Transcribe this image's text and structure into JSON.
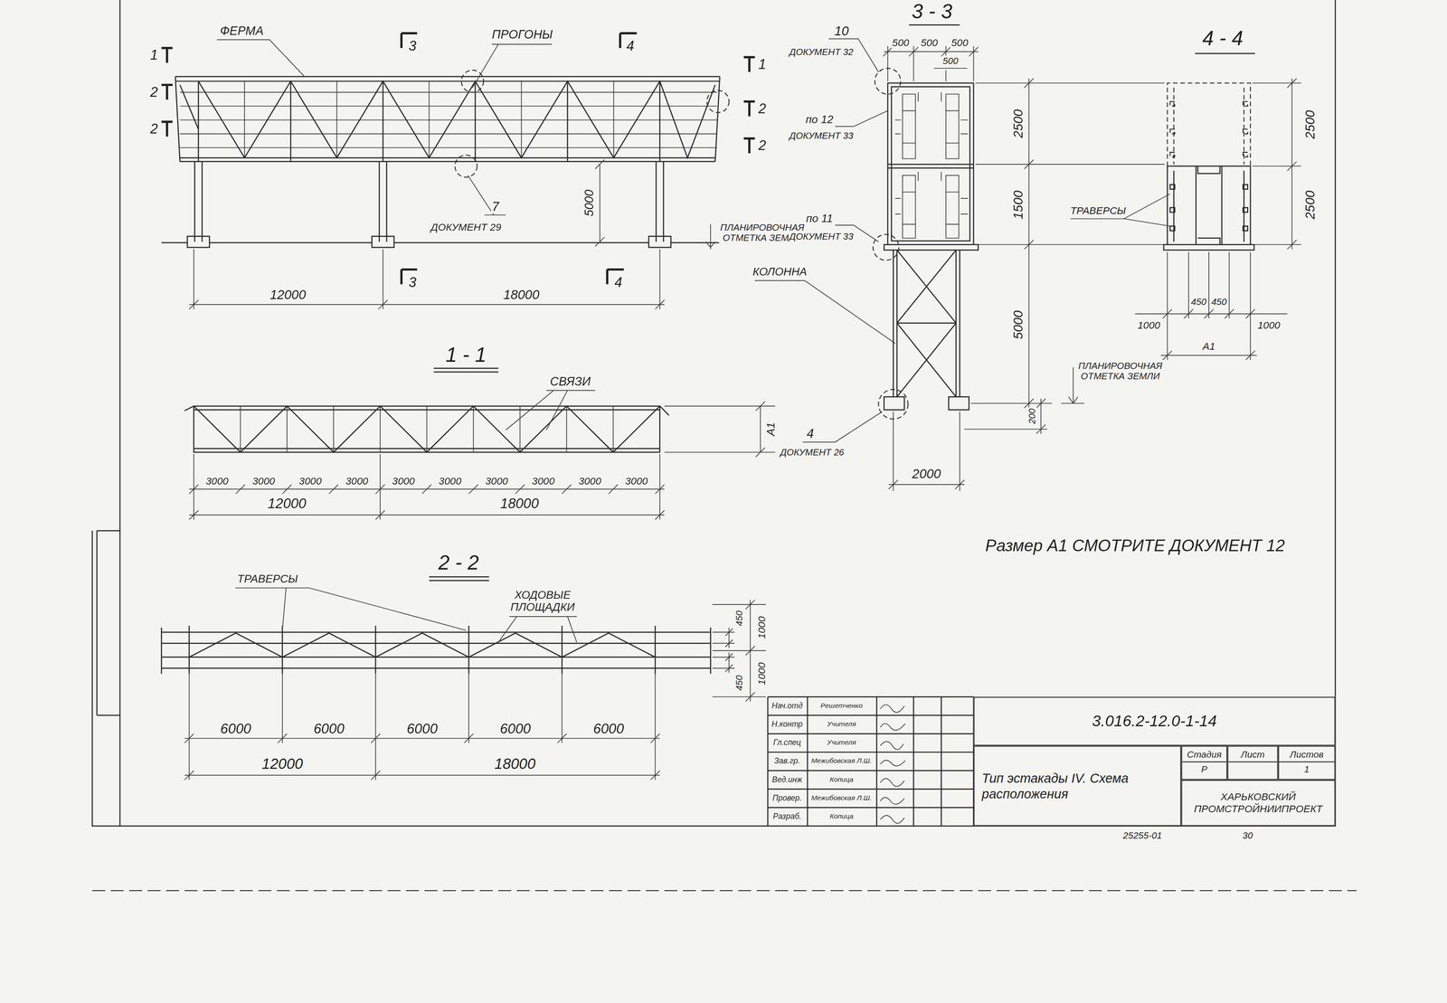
{
  "diagram": {
    "nodes": [
      {
        "text": [
          "3.016.2-12.0-1-14"
        ]
      },
      {
        "text": [
          "Тип эстакады IV. Схема расположения"
        ]
      },
      {
        "text": [
          "Стадия",
          "Р"
        ]
      },
      {
        "text": [
          "Лист"
        ]
      },
      {
        "text": [
          "Листов",
          "1"
        ]
      },
      {
        "text": [
          "ХАРЬКОВСКИЙ ПРОМСТРОЙНИИПРОЕКТ"
        ]
      }
    ],
    "labels": [
      "ФЕРМА",
      "ПРОГОНЫ",
      "3",
      "4",
      "1",
      "2",
      "2",
      "1",
      "2",
      "2",
      "5000",
      "7",
      "ДОКУМЕНТ 29",
      "ПЛАНИРОВОЧНАЯ ОТМЕТКА ЗЕМЛИ",
      "3",
      "4",
      "12000",
      "18000",
      "1 - 1",
      "СВЯЗИ",
      "А1",
      "3000",
      "3000",
      "3000",
      "3000",
      "3000",
      "3000",
      "3000",
      "3000",
      "3000",
      "3000",
      "12000",
      "18000",
      "2 - 2",
      "ТРАВЕРСЫ",
      "ХОДОВЫЕ ПЛОЩАДКИ",
      "450",
      "1000",
      "450",
      "1000",
      "6000",
      "6000",
      "6000",
      "6000",
      "6000",
      "12000",
      "18000",
      "3 - 3",
      "10",
      "ДОКУМЕНТ 32",
      "500",
      "500",
      "500",
      "500",
      "2500",
      "1500",
      "5000",
      "по 12",
      "ДОКУМЕНТ 33",
      "по 11",
      "ДОКУМЕНТ 33",
      "КОЛОННА",
      "ПЛАНИРОВОЧНАЯ ОТМЕТКА ЗЕМЛИ",
      "200",
      "2000",
      "4",
      "ДОКУМЕНТ 26",
      "4 - 4",
      "2500",
      "2500",
      "ТРАВЕРСЫ",
      "450",
      "450",
      "1000",
      "1000",
      "А1",
      "Размер А1 СМОТРИТЕ ДОКУМЕНТ 12",
      "Нач.отд",
      "Решетченко",
      "Н.контр",
      "Учителя",
      "Гл.спец",
      "Учителя",
      "Зав.гр.",
      "Межибовская Л.Ш.",
      "Вед.инж",
      "Копица",
      "Провер.",
      "Межибовская Л.Ш.",
      "Разраб.",
      "Копица",
      "25255-01",
      "30"
    ]
  }
}
